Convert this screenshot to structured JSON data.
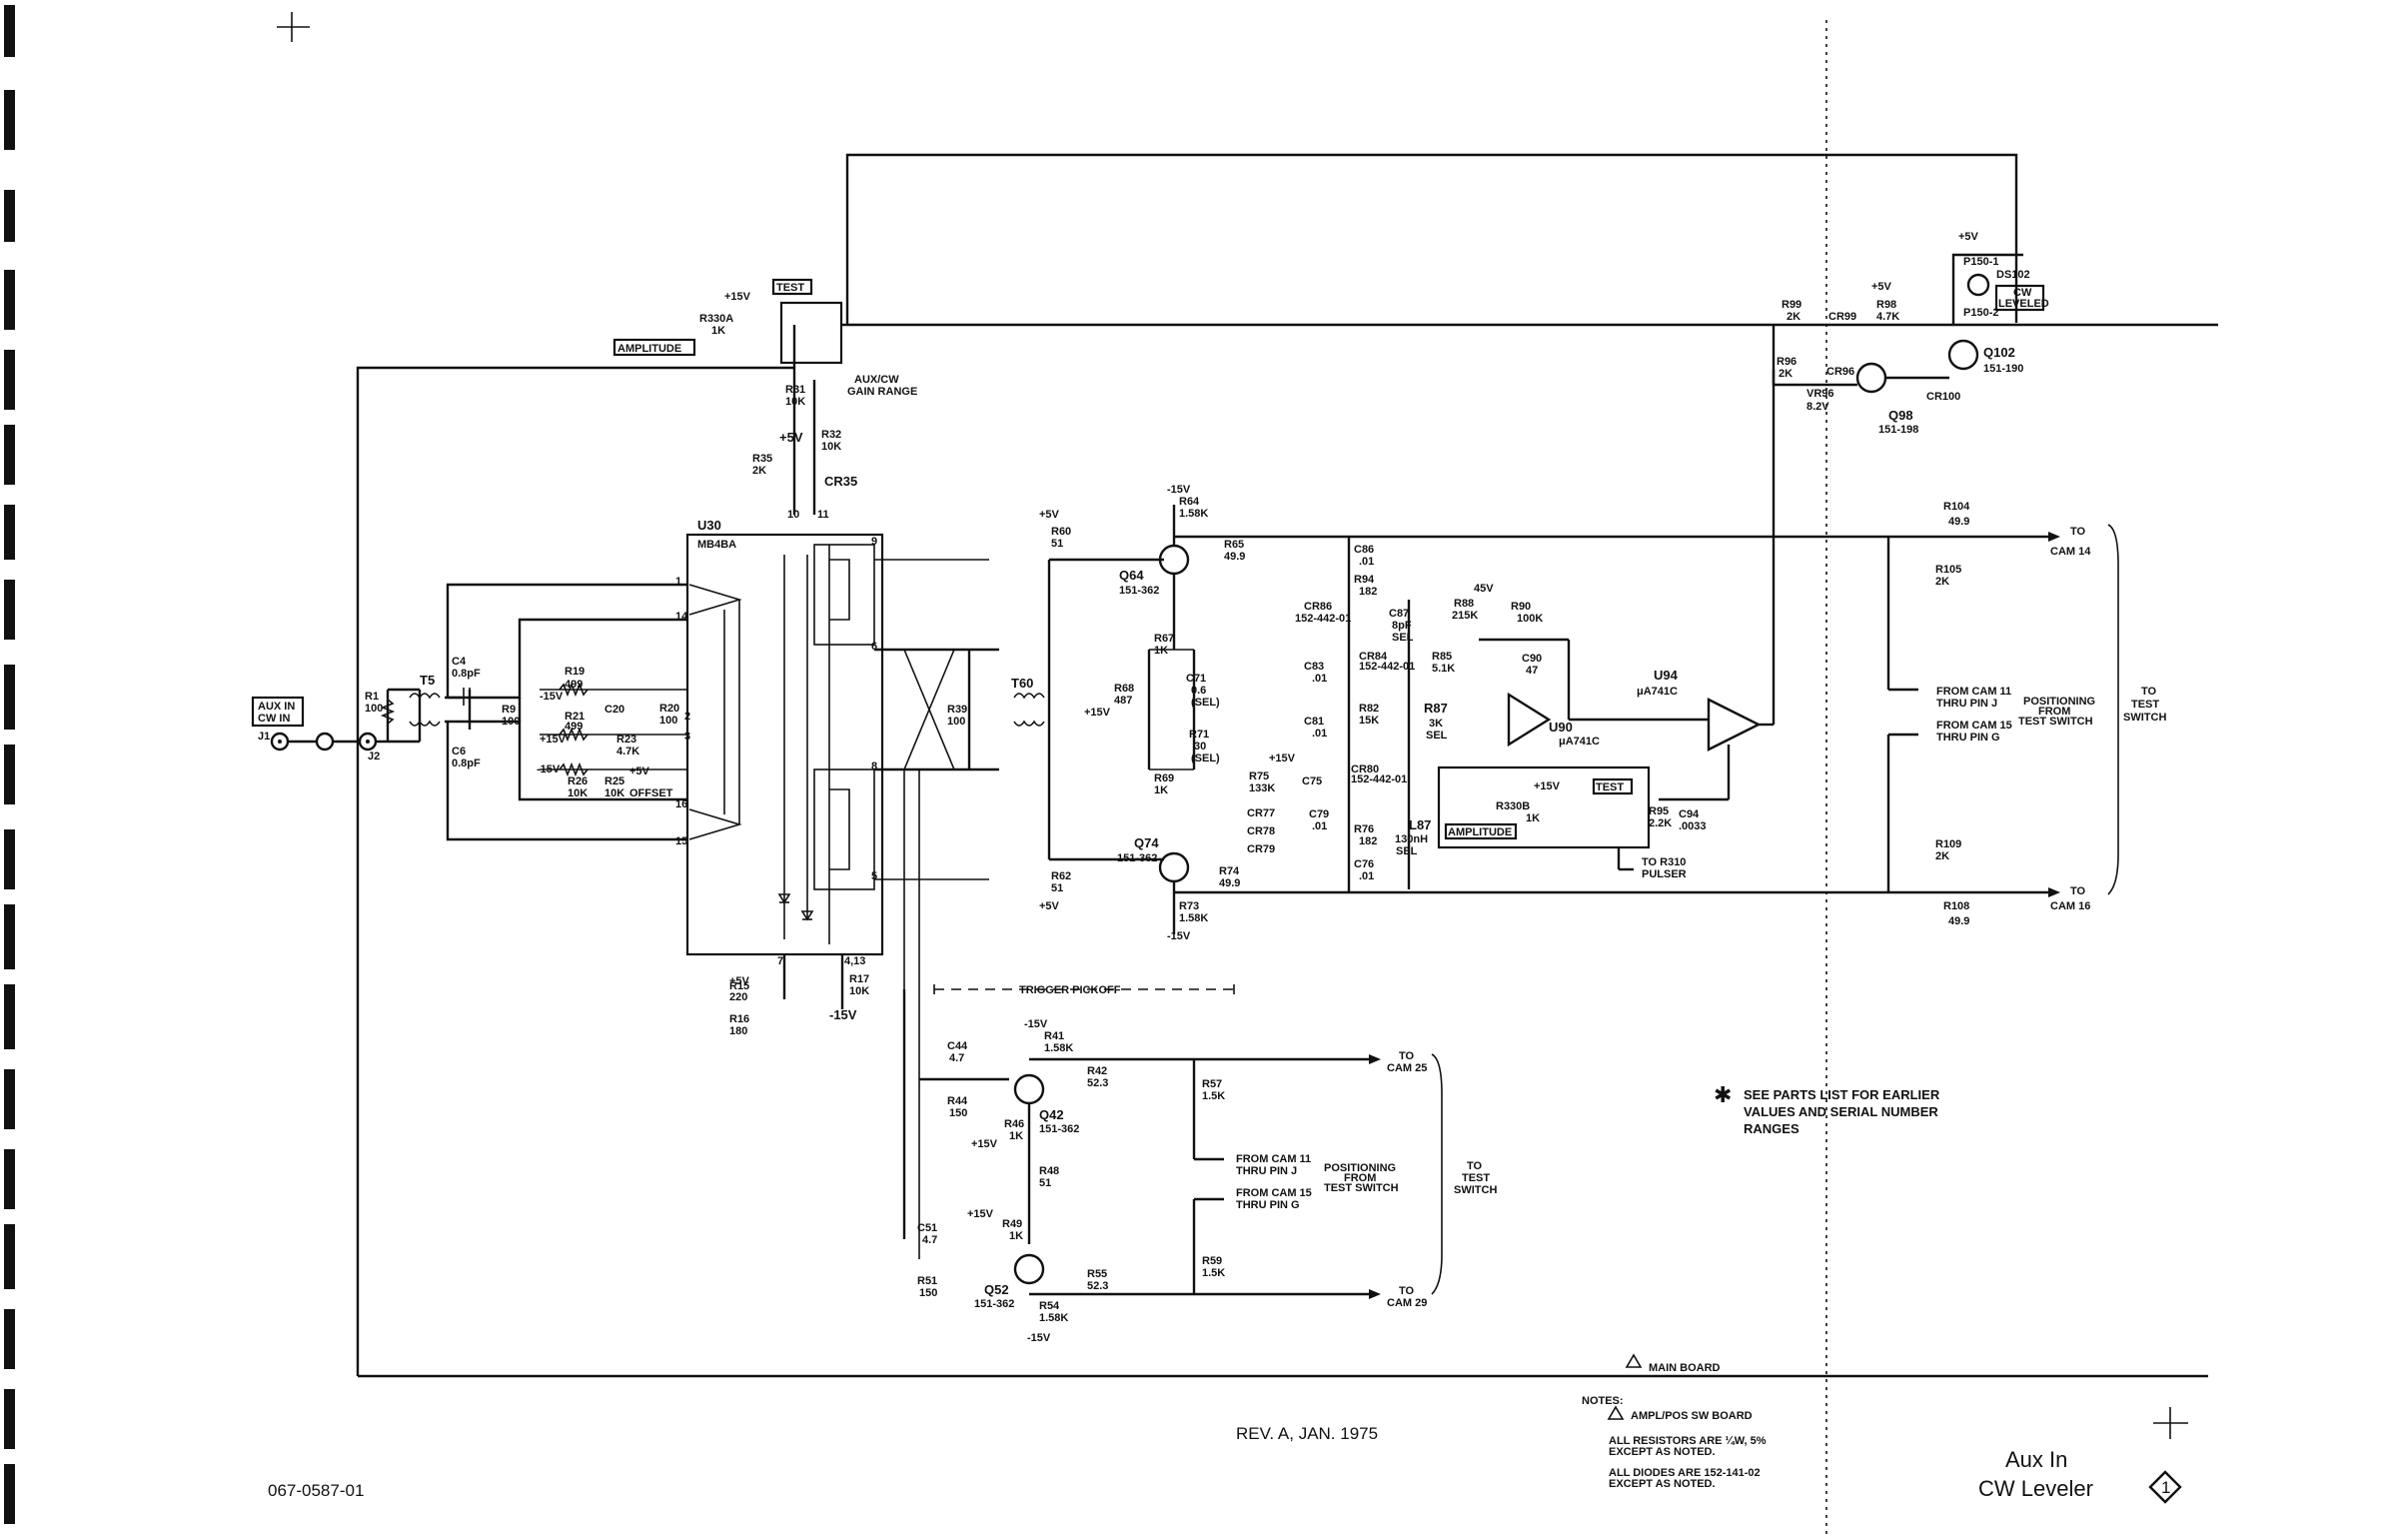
{
  "drawing": {
    "part_number": "067-0587-01",
    "revision": "REV. A, JAN. 1975",
    "title_line1": "Aux In",
    "title_line2": "CW Leveler",
    "diagram_number": "1"
  },
  "notes": {
    "star_note_line1": "SEE PARTS LIST FOR EARLIER",
    "star_note_line2": "VALUES AND SERIAL NUMBER",
    "star_note_line3": "RANGES",
    "main_board": "MAIN BOARD",
    "notes_title": "NOTES:",
    "ampl_pos_board": "AMPL/POS SW BOARD",
    "resistors_line1": "ALL RESISTORS ARE ¼W, 5%",
    "resistors_line2": "EXCEPT AS NOTED.",
    "diodes_line1": "ALL DIODES ARE 152-141-02",
    "diodes_line2": "EXCEPT AS NOTED."
  },
  "labels": {
    "aux_in": "AUX IN",
    "cw_in": "CW IN",
    "j1": "J1",
    "j2": "J2",
    "t5": "T5",
    "t60": "T60",
    "u30": "U30",
    "u30_type": "MB4BA",
    "test_box": "TEST",
    "amplitude_box": "AMPLITUDE",
    "amplitude_box2": "AMPLITUDE",
    "test_box2": "TEST",
    "aux_cw_gain": "AUX/CW",
    "aux_cw_gain2": "GAIN RANGE",
    "trigger_pickoff": "TRIGGER PICKOFF",
    "offset": "OFFSET",
    "cw_leveled_1": "CW",
    "cw_leveled_2": "LEVELED",
    "ds102": "DS102",
    "p150_1": "P150-1",
    "p150_2": "P150-2",
    "plus5v_ds": "+5V",
    "u94": "U94",
    "u94_type": "μA741C",
    "u90": "U90",
    "u90_type": "μA741C",
    "q64": "Q64",
    "q64_pn": "151-362",
    "q74": "Q74",
    "q74_pn": "151-362",
    "q42": "Q42",
    "q42_pn": "151-362",
    "q52": "Q52",
    "q52_pn": "151-362",
    "q98": "Q98",
    "q98_pn": "151-198",
    "q102": "Q102",
    "q102_pn": "151-190",
    "cr35": "CR35",
    "l87": "L87",
    "l87_val": "130nH",
    "l87_sel": "SEL",
    "r87": "R87",
    "r87_val": "3K",
    "r87_sel": "SEL",
    "to_cam14": "TO",
    "to_cam14b": "CAM 14",
    "to_cam16": "TO",
    "to_cam16b": "CAM 16",
    "to_cam25": "TO",
    "to_cam25b": "CAM 25",
    "to_cam29": "TO",
    "to_cam29b": "CAM 29",
    "from_cam11": "FROM CAM 11",
    "thru_pin_j": "THRU PIN J",
    "from_cam15": "FROM CAM 15",
    "thru_pin_g": "THRU PIN G",
    "positioning": "POSITIONING",
    "from_test_switch_1": "FROM",
    "from_test_switch_2": "TEST SWITCH",
    "to_test_switch_1": "TO",
    "to_test_switch_2": "TEST",
    "to_test_switch_3": "SWITCH",
    "from_cam11_b": "FROM CAM 11",
    "thru_pin_j_b": "THRU PIN J",
    "from_cam15_b": "FROM CAM 15",
    "thru_pin_g_b": "THRU PIN G",
    "positioning_b": "POSITIONING",
    "from_b": "FROM",
    "test_switch_b": "TEST SWITCH",
    "to_test_b1": "TO",
    "to_test_b2": "TEST",
    "to_test_b3": "SWITCH",
    "to_r310": "TO R310",
    "pulser": "PULSER",
    "minus15v": "-15V",
    "plus5v": "+5V",
    "r330a": "R330A",
    "r330a_val": "1K",
    "r330b": "R330B",
    "r330b_val": "1K",
    "plus15v": "+15V"
  },
  "components": {
    "r1": "R1",
    "r1v": "100",
    "r9": "R9",
    "r9v": "100",
    "r19": "R19",
    "r19v": "499",
    "r20": "R20",
    "r20v": "100",
    "r21": "R21",
    "r21v": "499",
    "r23": "R23",
    "r23v": "4.7K",
    "r26": "R26",
    "r26v": "10K",
    "r25": "R25",
    "r25v": "10K",
    "c4": "C4",
    "c4v": "0.8pF",
    "c6": "C6",
    "c6v": "0.8pF",
    "c20": "C20",
    "r15": "R15",
    "r15v": "220",
    "r16": "R16",
    "r16v": "180",
    "r17": "R17",
    "r17v": "10K",
    "r31": "R31",
    "r31v": "10K",
    "r32": "R32",
    "r32v": "10K",
    "r35": "R35",
    "r35v": "2K",
    "r39": "R39",
    "r39v": "100",
    "r60": "R60",
    "r60v": "51",
    "r62": "R62",
    "r62v": "51",
    "r64": "R64",
    "r64v": "1.58K",
    "r65": "R65",
    "r65v": "49.9",
    "r67": "R67",
    "r67v": "1K",
    "r68": "R68",
    "r68v": "487",
    "r69": "R69",
    "r69v": "1K",
    "r71": "R71",
    "r71v": "30",
    "r71s": "(SEL)",
    "c71": "C71",
    "c71v": "0.6",
    "c71s": "(SEL)",
    "r73": "R73",
    "r73v": "1.58K",
    "r74": "R74",
    "r74v": "49.9",
    "r75": "R75",
    "r75v": "133K",
    "c75": "C75",
    "cr77": "CR77",
    "cr78": "CR78",
    "cr79": "CR79",
    "c79": "C79",
    "c79v": ".01",
    "cr80": "CR80",
    "cr80v": "152-442-01",
    "c81": "C81",
    "c81v": ".01",
    "r82": "R82",
    "r82v": "15K",
    "c83": "C83",
    "c83v": ".01",
    "cr84": "CR84",
    "cr84v": "152-442-01",
    "r85": "R85",
    "r85v": "5.1K",
    "c86": "C86",
    "c86v": ".01",
    "cr86": "CR86",
    "cr86v": "152-442-01",
    "c87": "C87",
    "c87v": "8pF",
    "c87s": "SEL",
    "r88": "R88",
    "r88v": "215K",
    "r90": "R90",
    "r90v": "100K",
    "c90": "C90",
    "c90v": "47",
    "r94": "R94",
    "r94v": "182",
    "r76": "R76",
    "r76v": "182",
    "c76": "C76",
    "c76v": ".01",
    "r95": "R95",
    "r95v": "2.2K",
    "c94": "C94",
    "c94v": ".0033",
    "r96": "R96",
    "r96v": "2K",
    "r98": "R98",
    "r98v": "4.7K",
    "r99": "R99",
    "r99v": "2K",
    "cr96": "CR96",
    "cr99": "CR99",
    "cr100": "CR100",
    "vr96": "VR96",
    "vr96v": "8.2V",
    "r104": "R104",
    "r104v": "49.9",
    "r105": "R105",
    "r105v": "2K",
    "r108": "R108",
    "r108v": "49.9",
    "r109": "R109",
    "r109v": "2K",
    "c44": "C44",
    "c44v": "4.7",
    "r44": "R44",
    "r44v": "150",
    "r41": "R41",
    "r41v": "1.58K",
    "r42": "R42",
    "r42v": "52.3",
    "r46": "R46",
    "r46v": "1K",
    "r48": "R48",
    "r48v": "51",
    "r49": "R49",
    "r49v": "1K",
    "c51": "C51",
    "c51v": "4.7",
    "r51": "R51",
    "r51v": "150",
    "r54": "R54",
    "r54v": "1.58K",
    "r55": "R55",
    "r55v": "52.3",
    "r57": "R57",
    "r57v": "1.5K",
    "r59": "R59",
    "r59v": "1.5K"
  }
}
